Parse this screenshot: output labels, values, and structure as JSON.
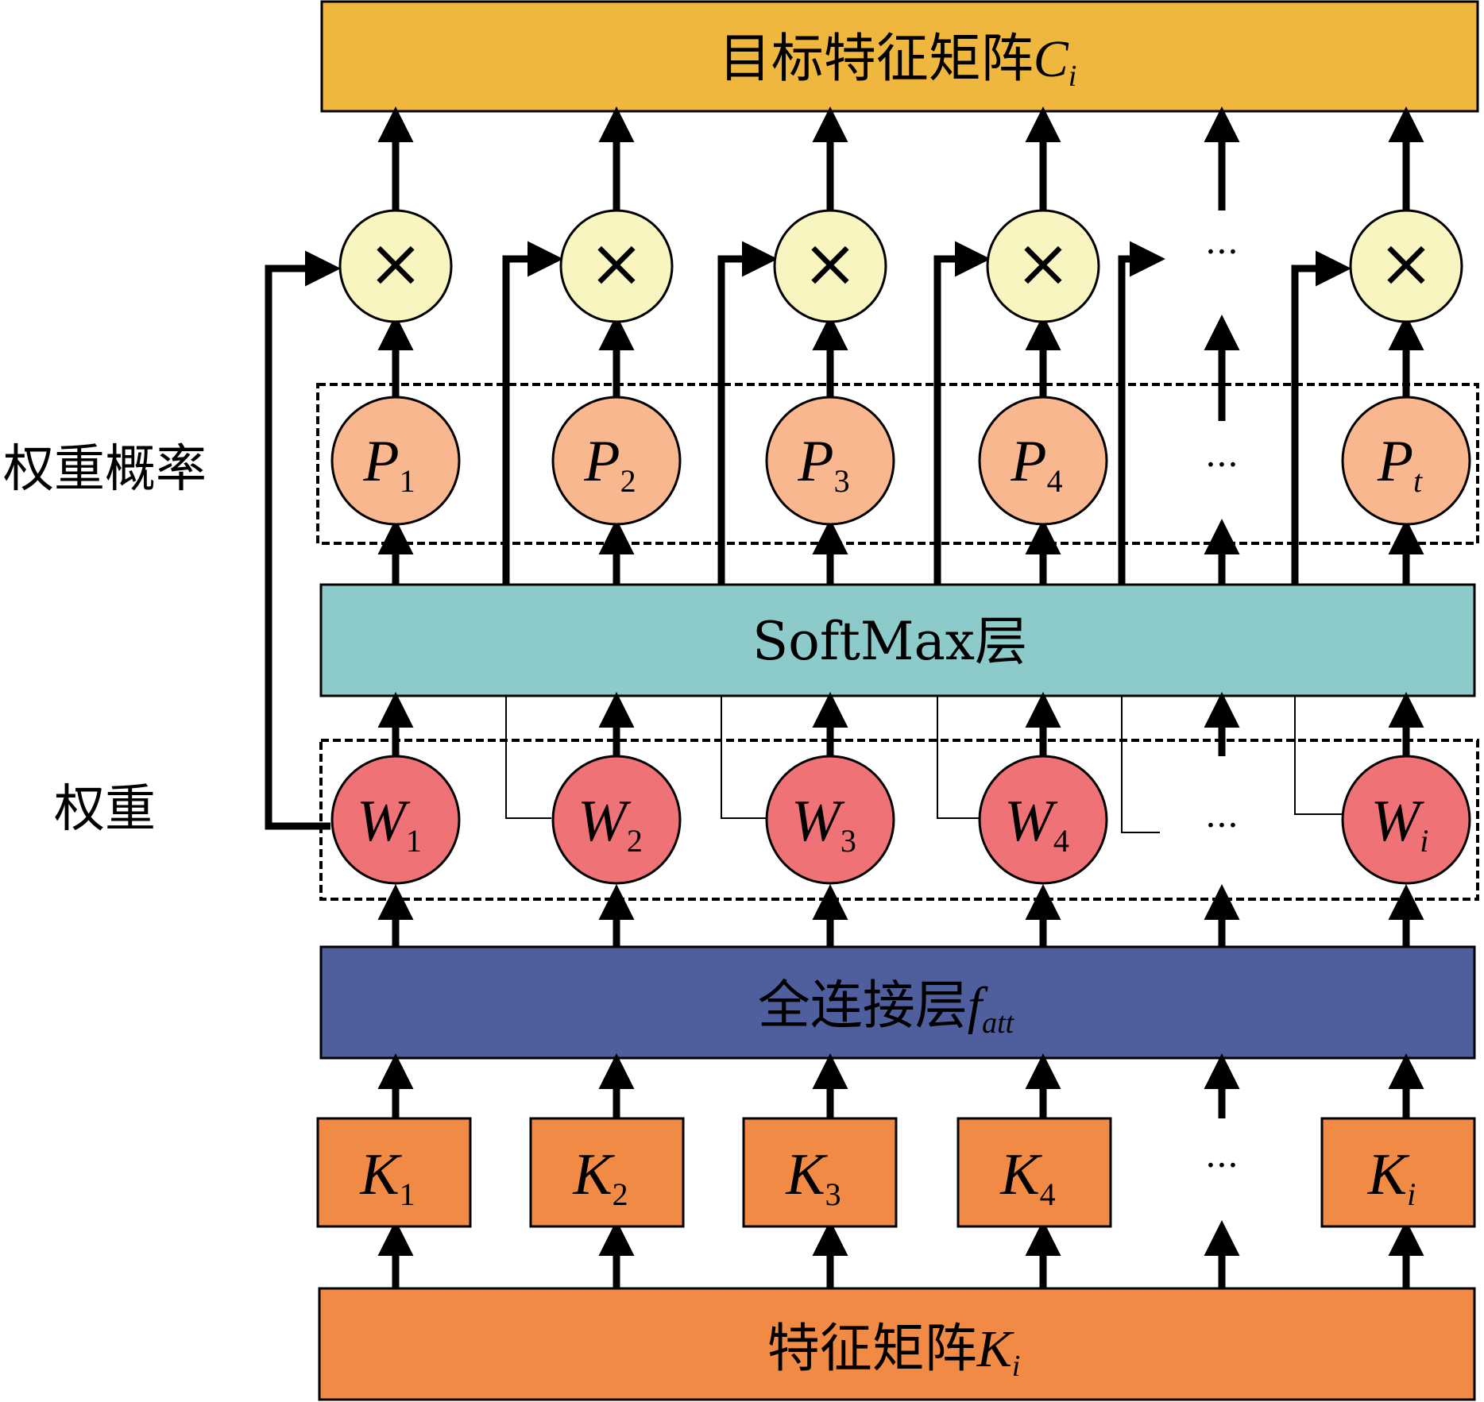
{
  "blocks": {
    "target": {
      "text": "目标特征矩阵",
      "sym": "C",
      "sub": "i"
    },
    "softmax": {
      "text": "SoftMax层"
    },
    "fc": {
      "text": "全连接层",
      "sym": "f",
      "sub": "att"
    },
    "input": {
      "text": "特征矩阵",
      "sym": "K",
      "sub": "i"
    }
  },
  "side_labels": {
    "prob": "权重概率",
    "weight": "权重"
  },
  "multiply_symbol": "×",
  "ellipsis": "···",
  "p_nodes": [
    {
      "sym": "P",
      "sub": "1"
    },
    {
      "sym": "P",
      "sub": "2"
    },
    {
      "sym": "P",
      "sub": "3"
    },
    {
      "sym": "P",
      "sub": "4"
    },
    {
      "sym": "P",
      "sub": "t"
    }
  ],
  "w_nodes": [
    {
      "sym": "W",
      "sub": "1"
    },
    {
      "sym": "W",
      "sub": "2"
    },
    {
      "sym": "W",
      "sub": "3"
    },
    {
      "sym": "W",
      "sub": "4"
    },
    {
      "sym": "W",
      "sub": "i"
    }
  ],
  "k_nodes": [
    {
      "sym": "K",
      "sub": "1"
    },
    {
      "sym": "K",
      "sub": "2"
    },
    {
      "sym": "K",
      "sub": "3"
    },
    {
      "sym": "K",
      "sub": "4"
    },
    {
      "sym": "K",
      "sub": "i"
    }
  ],
  "colors": {
    "target_fill": "#F0B73E",
    "softmax_fill": "#8DCACA",
    "fc_fill": "#4F5F9E",
    "k_fill": "#F08A45",
    "p_fill": "#F9B78F",
    "w_fill": "#EF7276",
    "mult_fill": "#F8F5C0",
    "line": "#000000"
  }
}
